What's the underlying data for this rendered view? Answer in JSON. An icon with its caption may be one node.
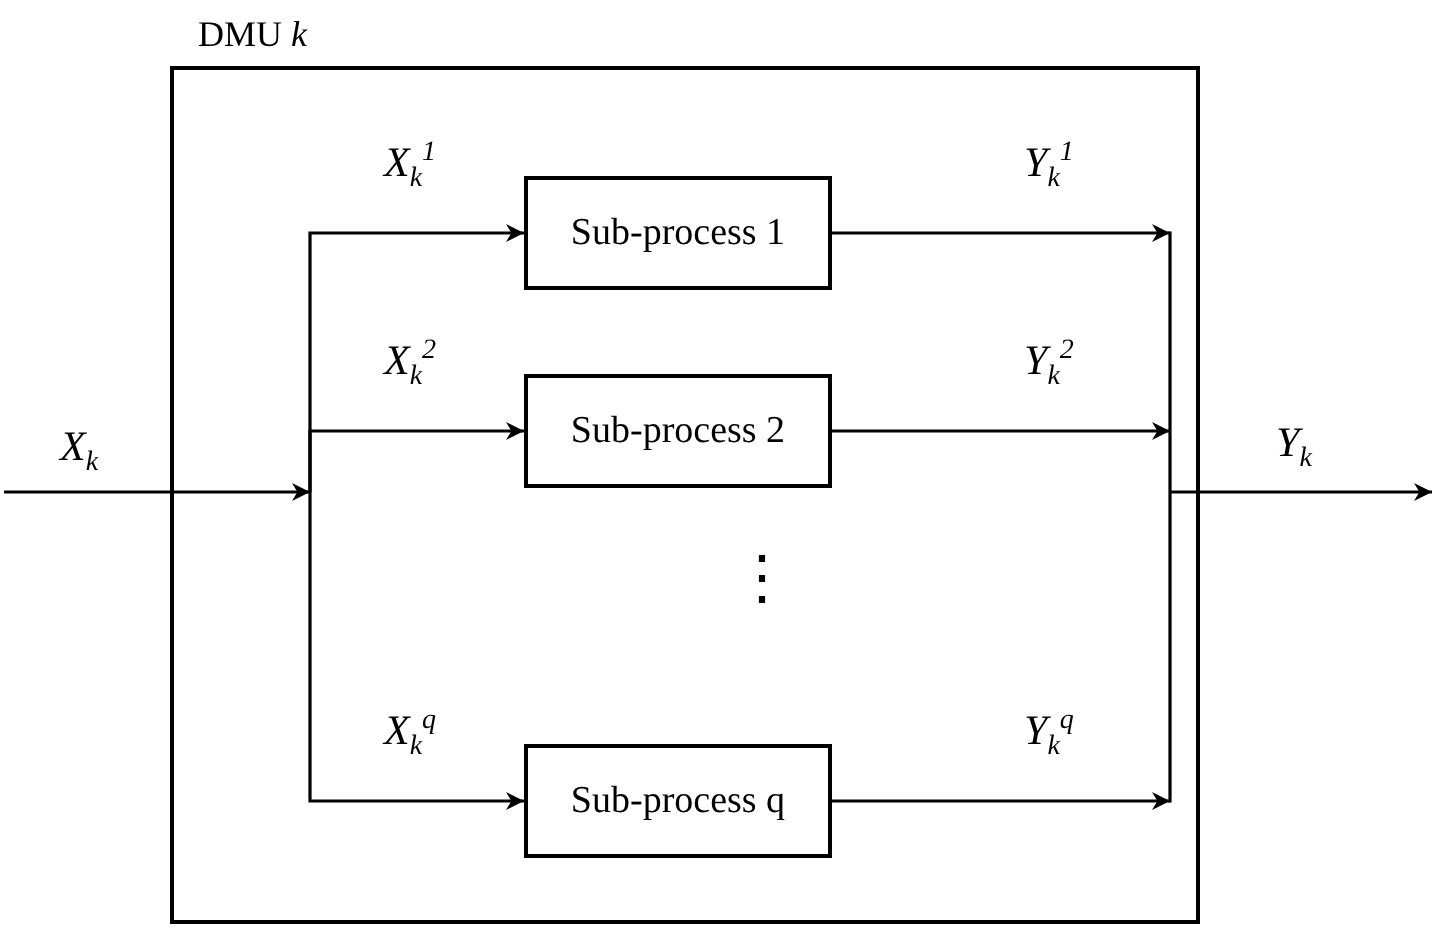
{
  "diagram": {
    "nodes": [
      {
        "text": [
          "DMU *k*"
        ]
      },
      {
        "text": [
          "Sub-process 1"
        ],
        "in": 0
      },
      {
        "text": [
          "Sub-process 2"
        ],
        "in": 0
      },
      {
        "text": [
          "Sub-process q"
        ],
        "in": 0
      }
    ],
    "edges": [
      {
        "from": null,
        "to": 1,
        "arrow": "to",
        "label": "X$_{k}$$^{1}$"
      },
      {
        "from": null,
        "to": 2,
        "arrow": "to",
        "label": "X$_{k}$$^{2}$"
      },
      {
        "from": null,
        "to": 3,
        "arrow": "to",
        "label": "X$_{k}$$^{q}$"
      },
      {
        "from": 1,
        "to": null,
        "arrow": "to",
        "label": "Y$_{k}$$^{1}$"
      },
      {
        "from": 2,
        "to": null,
        "arrow": "to",
        "label": "Y$_{k}$$^{2}$"
      },
      {
        "from": 3,
        "to": null,
        "arrow": "to",
        "label": "Y$_{k}$$^{q}$"
      }
    ],
    "labels": [
      "X$_{k}$",
      "⋮",
      "Y$_{k}$"
    ]
  }
}
